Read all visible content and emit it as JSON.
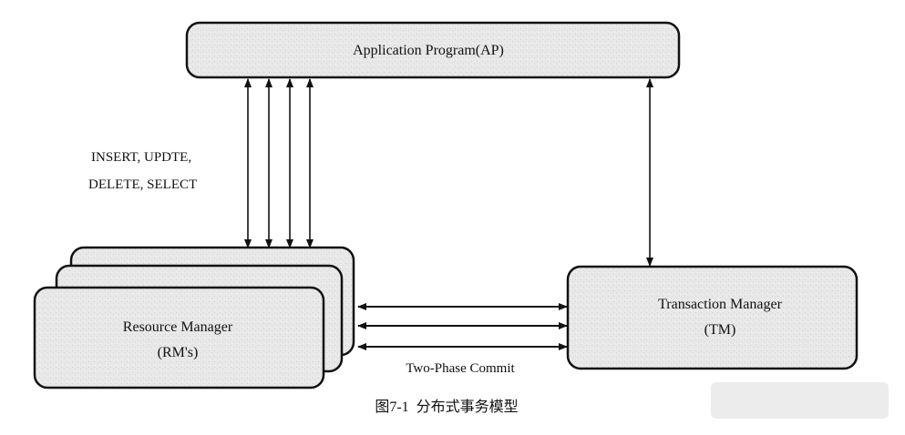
{
  "ap": {
    "label": "Application Program(AP)"
  },
  "ops": {
    "line1": "INSERT, UPDTE,",
    "line2": "DELETE, SELECT"
  },
  "rm": {
    "line1": "Resource Manager",
    "line2": "(RM's)"
  },
  "tm": {
    "line1": "Transaction Manager",
    "line2": "(TM)"
  },
  "protocol": {
    "label": "Two-Phase Commit"
  },
  "caption": {
    "label": "图7-1  分布式事务模型"
  },
  "colors": {
    "box_fill": "#e6e6e6",
    "stroke": "#111111"
  }
}
